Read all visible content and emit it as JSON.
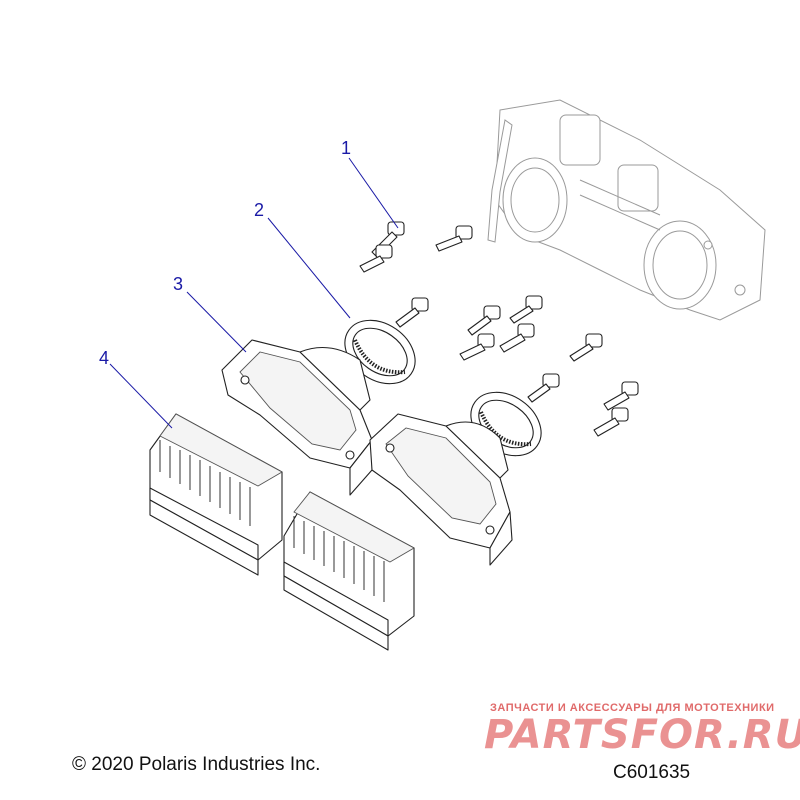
{
  "callouts": [
    {
      "id": "1",
      "label": "1"
    },
    {
      "id": "2",
      "label": "2"
    },
    {
      "id": "3",
      "label": "3"
    },
    {
      "id": "4",
      "label": "4"
    }
  ],
  "footer": {
    "copyright": "© 2020 Polaris Industries Inc.",
    "figure_id": "C601635"
  },
  "watermark": {
    "tagline": "ЗАПЧАСТИ И АКСЕССУАРЫ ДЛЯ МОТОТЕХНИКИ",
    "logo": "PARTSFOR.RU"
  },
  "colors": {
    "callout": "#1a1aa6",
    "line_art": "#222222",
    "watermark": "#d93a3a"
  }
}
